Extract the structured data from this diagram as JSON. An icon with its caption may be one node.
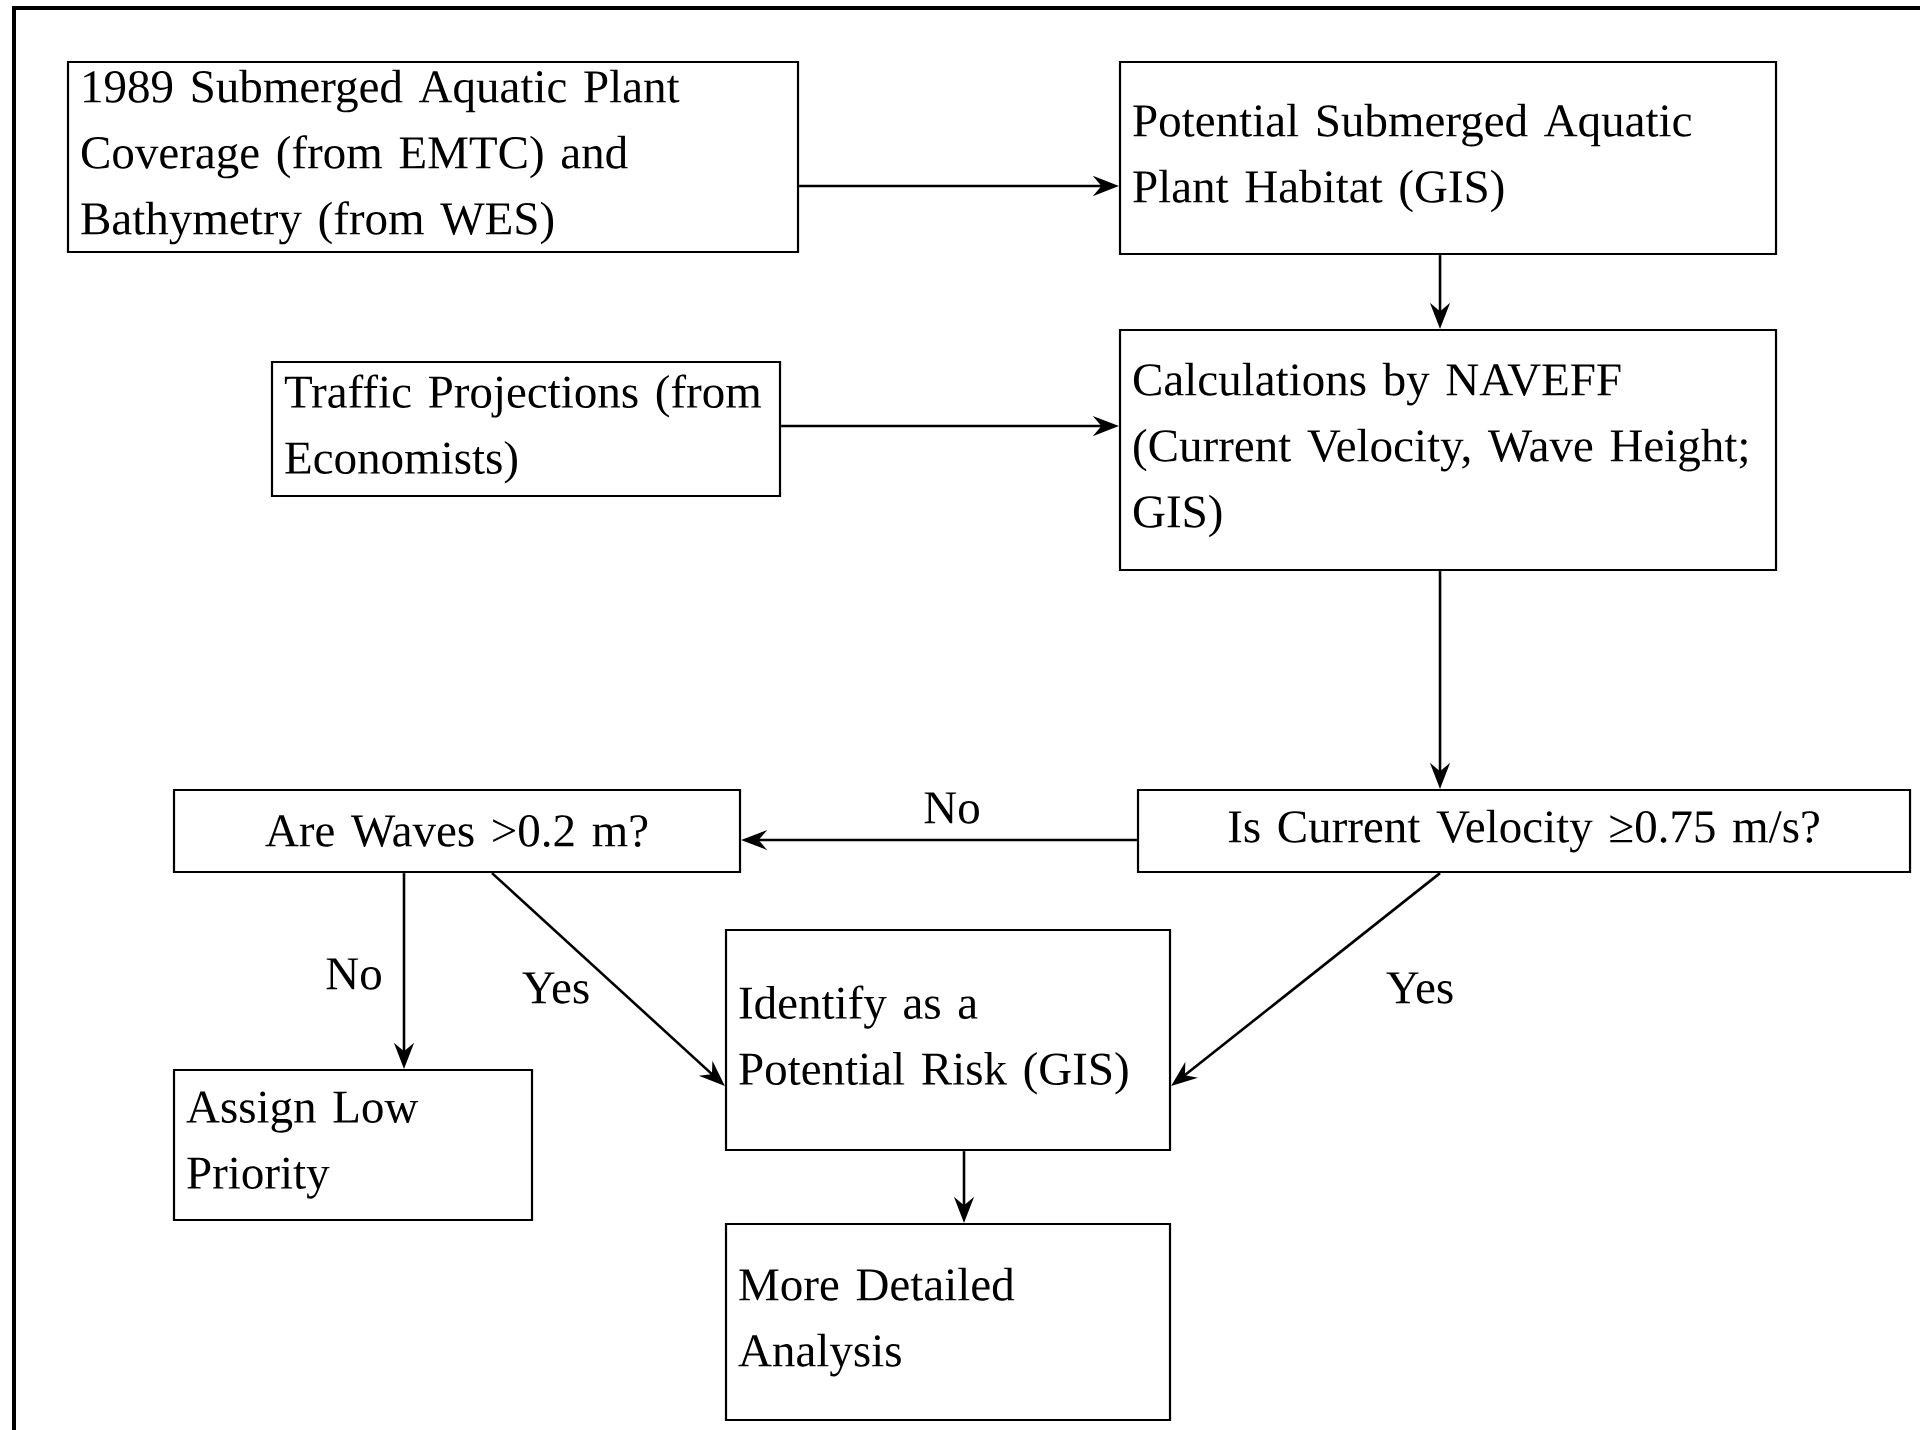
{
  "diagram": {
    "nodes": [
      {
        "text": [
          "1989 Submerged Aquatic Plant Coverage (from EMTC) and Bathymetry (from WES)"
        ]
      },
      {
        "text": [
          "Potential Submerged Aquatic Plant Habitat (GIS)"
        ]
      },
      {
        "text": [
          "Traffic Projections (from Economists)"
        ]
      },
      {
        "text": [
          "Calculations by NAVEFF (Current Velocity, Wave Height; GIS)"
        ]
      },
      {
        "text": [
          "Are Waves >0.2 m?"
        ]
      },
      {
        "text": [
          "Is Current Velocity ≥0.75 m/s?"
        ]
      },
      {
        "text": [
          "Identify as a Potential Risk (GIS)"
        ]
      },
      {
        "text": [
          "Assign Low Priority"
        ]
      },
      {
        "text": [
          "More Detailed Analysis"
        ]
      }
    ],
    "edges": [
      {
        "from": 0,
        "to": 1,
        "arrow": "to"
      },
      {
        "from": 1,
        "to": 3,
        "arrow": "to"
      },
      {
        "from": 2,
        "to": 3,
        "arrow": "to"
      },
      {
        "from": 3,
        "to": 5,
        "arrow": "to"
      },
      {
        "from": 5,
        "to": 4,
        "arrow": "to",
        "label": "No"
      },
      {
        "from": 4,
        "to": 7,
        "arrow": "to",
        "label": "No"
      },
      {
        "from": 4,
        "to": 6,
        "arrow": "to",
        "label": "Yes"
      },
      {
        "from": 5,
        "to": 6,
        "arrow": "to",
        "label": "Yes"
      },
      {
        "from": 6,
        "to": 8,
        "arrow": "to"
      }
    ]
  }
}
